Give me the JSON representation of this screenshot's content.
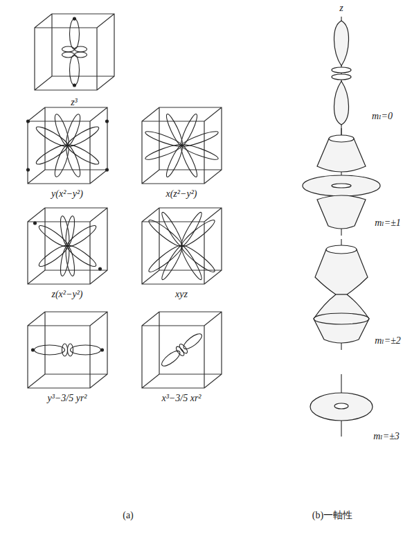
{
  "diagram": {
    "labels": [
      "z³",
      "y(x²−y²)",
      "x(z²−y²)",
      "z(x²−y²)",
      "xyz",
      "y³−3/5 yr²",
      "x³−3/5 xr²",
      "(a)",
      "(b)一軸性",
      "z",
      "mₗ=0",
      "mₗ=±1",
      "mₗ=±2",
      "mₗ=±3"
    ]
  }
}
